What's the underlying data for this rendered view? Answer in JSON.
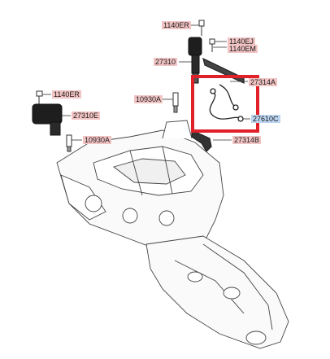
{
  "colors": {
    "pink": "#f2c4c4",
    "blue": "#bcd6f2",
    "highlight": "#e0212a",
    "line": "#333333"
  },
  "labels": {
    "l1140er_top": "1140ER",
    "l1140ej": "1140EJ",
    "l1140em": "1140EM",
    "l27310": "27310",
    "l27314a": "27314A",
    "l10930a_mid": "10930A",
    "l1140er_left": "1140ER",
    "l27310e": "27310E",
    "l10930a_left": "10930A",
    "l27314b": "27314B",
    "l27610c": "27610C"
  }
}
